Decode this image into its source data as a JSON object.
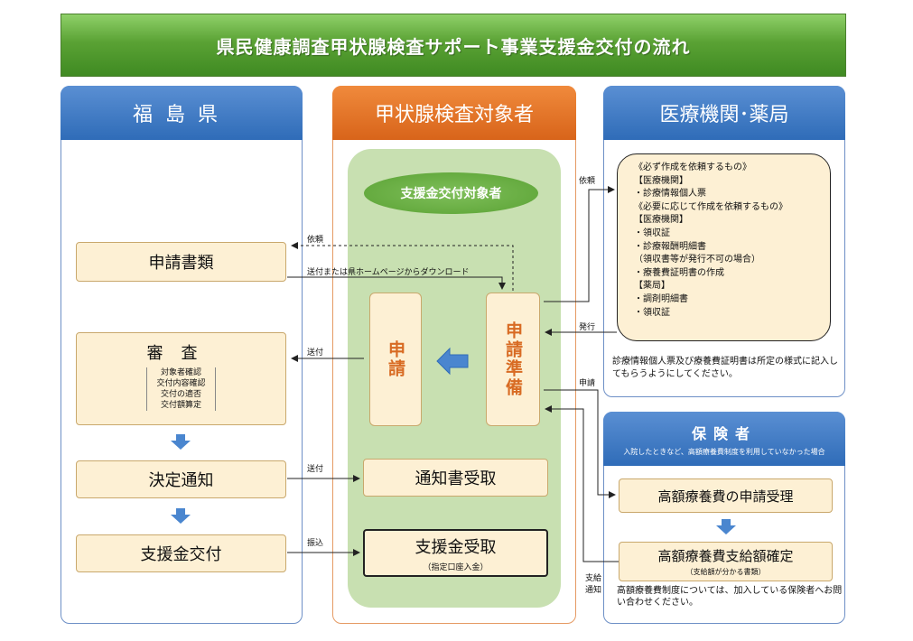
{
  "title": "県民健康調査甲状腺検査サポート事業支援金交付の流れ",
  "columns": {
    "left": "福島県",
    "middle": "甲状腺検査対象者",
    "right": "医療機関･薬局",
    "insurer": {
      "title": "保険者",
      "subtitle": "入院したときなど、高額療養費制度を利用していなかった場合"
    }
  },
  "middle_panel": {
    "target_label": "支援金交付対象者",
    "application": "申請",
    "preparation": "申請準備",
    "notice_received": "通知書受取",
    "support_received": "支援金受取",
    "support_received_note": "（指定口座入金）"
  },
  "left_panel": {
    "application_docs": "申請書類",
    "review_title": "審査",
    "review_items": [
      "対象者確認",
      "交付内容確認",
      "交付の適否",
      "交付額算定"
    ],
    "decision_notice": "決定通知",
    "support_payment": "支援金交付"
  },
  "medical_info": {
    "lines": [
      "《必ず作成を依頼するもの》",
      "【医療機関】",
      "・診療情報個人票",
      "《必要に応じて作成を依頼するもの》",
      "【医療機関】",
      "・領収証",
      "・診療報酬明細書",
      "（領収書等が発行不可の場合）",
      "・療養費証明書の作成",
      "【薬局】",
      "・調剤明細書",
      "・領収証"
    ],
    "note": "診療情報個人票及び療養費証明書は所定の様式に記入してもらうようにしてください。"
  },
  "insurer_panel": {
    "application_accept": "高額療養費の申請受理",
    "amount_confirm": "高額療養費支給額確定",
    "amount_confirm_note": "（支給額が分かる書類）",
    "note": "高額療養費制度については、加入している保険者へお問い合わせください。"
  },
  "flow_labels": {
    "request_left": "依頼",
    "send_or_download": "送付または県ホームページからダウンロード",
    "send1": "送付",
    "send2": "送付",
    "transfer": "振込",
    "request_right": "依頼",
    "issue": "発行",
    "apply": "申請",
    "payment_notice_1": "支給",
    "payment_notice_2": "通知"
  },
  "colors": {
    "title_green": "#5aa234",
    "blue_header": "#2f6cb8",
    "orange_header": "#d8641a",
    "panel_fill": "#fdf0d4",
    "green_area": "#c8e0b1",
    "arrow_blue": "#4a86cf"
  }
}
